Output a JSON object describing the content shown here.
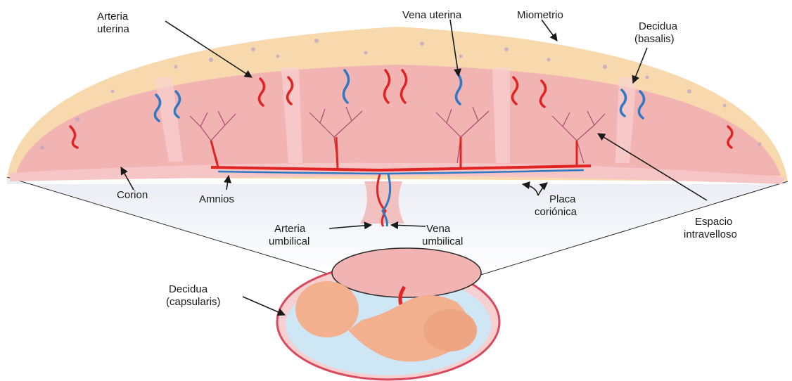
{
  "labels": {
    "arteria_uterina": [
      "Arteria",
      "uterina"
    ],
    "vena_uterina": "Vena uterina",
    "miometrio": "Miometrio",
    "decidua_basalis": [
      "Decidua",
      "(basalis)"
    ],
    "corion": "Corion",
    "amnios": "Amnios",
    "placa_corionica": [
      "Placa",
      "coriónica"
    ],
    "espacio_intravelloso": [
      "Espacio",
      "intravelloso"
    ],
    "arteria_umbilical": [
      "Arteria",
      "umbilical"
    ],
    "vena_umbilical": [
      "Vena",
      "umbilical"
    ],
    "decidua_capsularis": [
      "Decidua",
      "(capsularis)"
    ]
  },
  "colors": {
    "myometrium": "#f7d9ad",
    "decidua": "#f2b3b3",
    "chorion": "#f6c6c6",
    "artery": "#e02424",
    "vein": "#2f78c4",
    "amniotic_fluid": "#cfe6f5",
    "fetus": "#f2b08f"
  }
}
